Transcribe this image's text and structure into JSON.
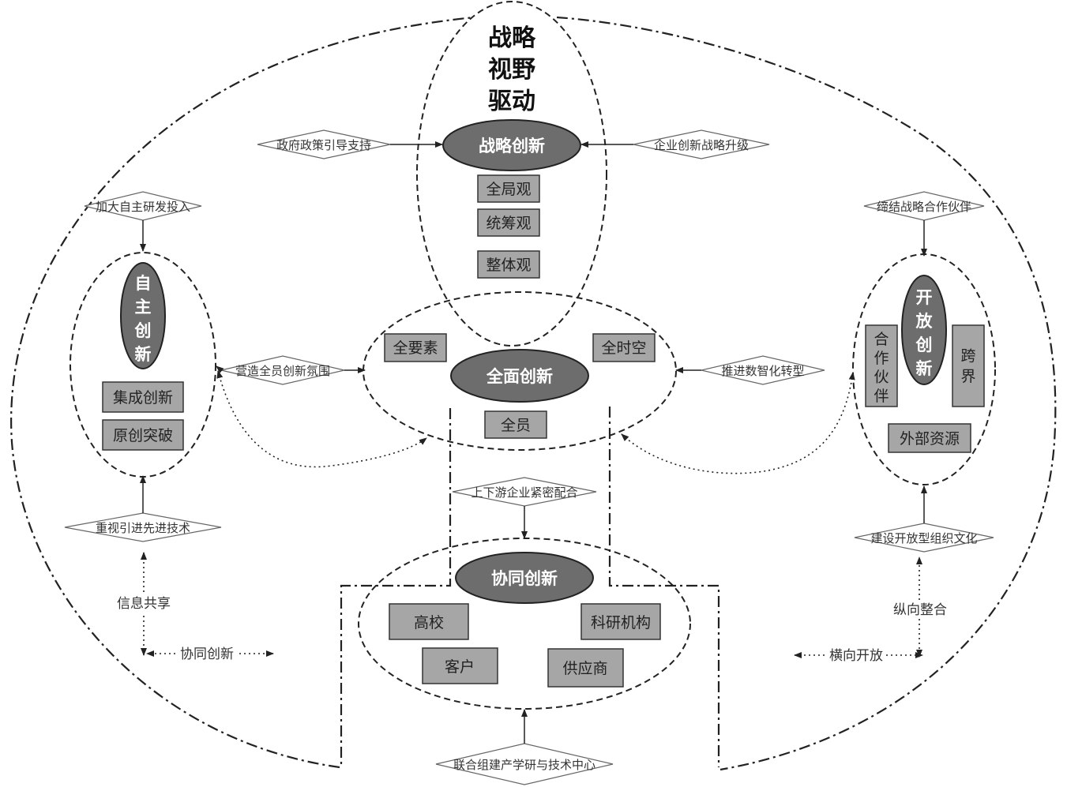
{
  "title_lines": [
    "战略",
    "视野",
    "驱动"
  ],
  "strategic": {
    "label": "战略创新",
    "items": [
      "全局观",
      "统筹观",
      "整体观"
    ],
    "left_driver": "政府政策引导支持",
    "right_driver": "企业创新战略升级"
  },
  "independent": {
    "label_chars": [
      "自",
      "主",
      "创",
      "新"
    ],
    "items": [
      "集成创新",
      "原创突破"
    ],
    "top_driver": "加大自主研发投入",
    "bottom_driver": "重视引进先进技术"
  },
  "comprehensive": {
    "label": "全面创新",
    "items": [
      "全要素",
      "全时空",
      "全员"
    ],
    "left_driver": "营造全员创新氛围",
    "right_driver": "推进数智化转型"
  },
  "open": {
    "label_chars": [
      "开",
      "放",
      "创",
      "新"
    ],
    "left_chars": [
      "合",
      "作",
      "伙",
      "伴"
    ],
    "right_chars": [
      "跨",
      "界"
    ],
    "bottom_item": "外部资源",
    "top_driver": "缔结战略合作伙伴",
    "bottom_driver": "建设开放型组织文化"
  },
  "collaborative": {
    "label": "协同创新",
    "items": [
      "高校",
      "科研机构",
      "客户",
      "供应商"
    ],
    "top_driver": "上下游企业紧密配合",
    "bottom_driver": "联合组建产学研与技术中心"
  },
  "flows": {
    "info_share": "信息共享",
    "synergy": "协同创新",
    "vertical": "纵向整合",
    "horizontal": "横向开放"
  }
}
